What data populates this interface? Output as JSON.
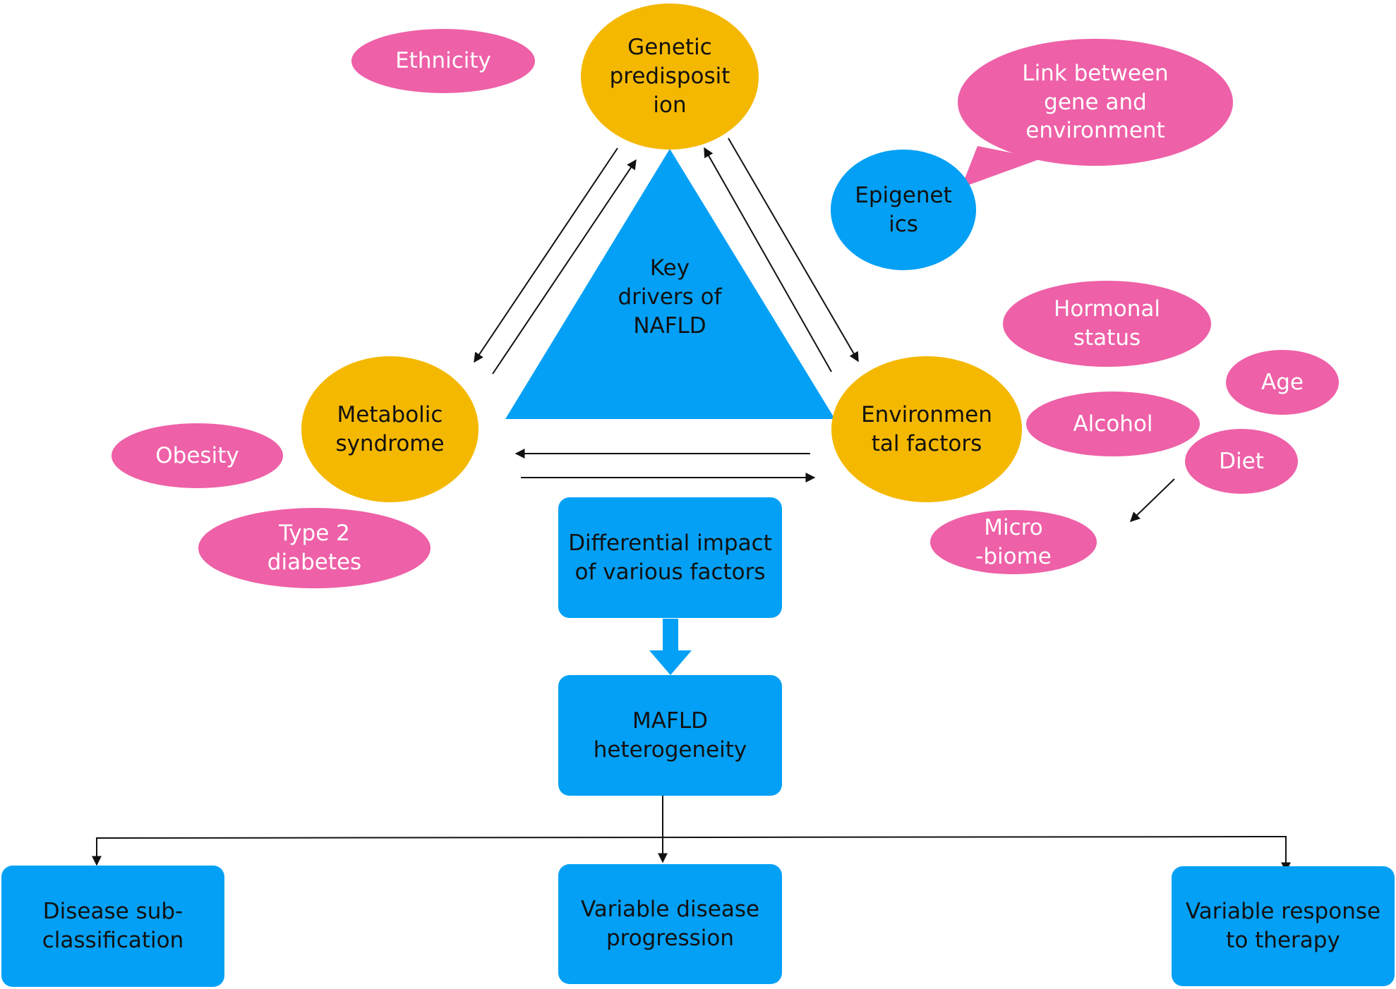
{
  "colors": {
    "gold": "#f5b800",
    "pink": "#ee60a7",
    "blue": "#03a0f5",
    "line": "#111111"
  },
  "center": {
    "label": "Key\ndrivers of\nNAFLD"
  },
  "drivers": {
    "genetic": "Genetic\npredisposit\nion",
    "metabolic": "Metabolic\nsyndrome",
    "environmental": "Environmen\ntal factors"
  },
  "epigenetics": {
    "label": "Epigenet\nics",
    "callout": "Link between\ngene and\nenvironment"
  },
  "factors": {
    "ethnicity": "Ethnicity",
    "obesity": "Obesity",
    "type2_diabetes": "Type 2\ndiabetes",
    "hormonal_status": "Hormonal\nstatus",
    "age": "Age",
    "alcohol": "Alcohol",
    "diet": "Diet",
    "microbiome": "Micro\n-biome"
  },
  "flow": {
    "differential_impact": "Differential impact\nof various factors",
    "heterogeneity": "MAFLD\nheterogeneity"
  },
  "outcomes": {
    "subclassification": "Disease sub-\nclassification",
    "progression": "Variable disease\nprogression",
    "therapy_response": "Variable response\nto therapy"
  }
}
